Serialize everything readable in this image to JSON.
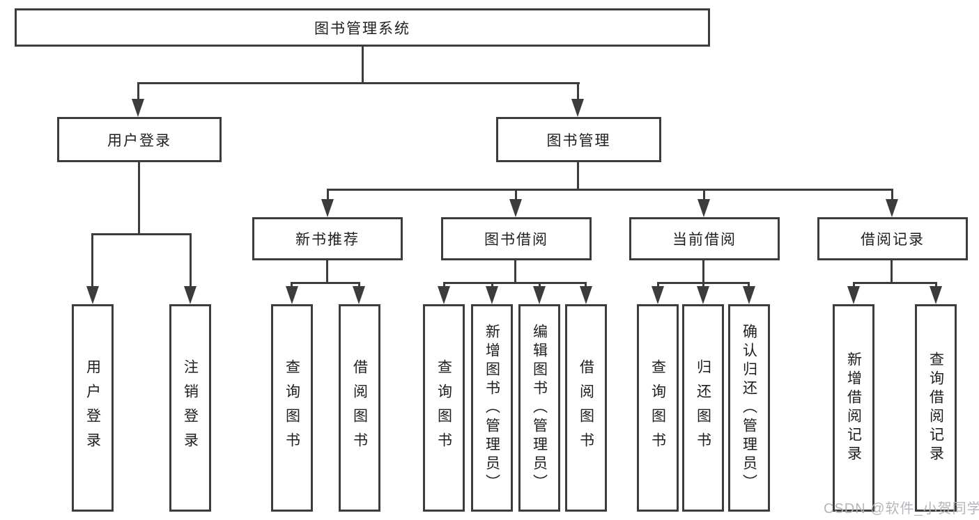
{
  "diagram": {
    "root": {
      "label": "图书管理系统"
    },
    "branches": [
      {
        "label": "用户登录",
        "children": [
          {
            "label": "用户登录"
          },
          {
            "label": "注销登录"
          }
        ]
      },
      {
        "label": "图书管理",
        "children": [
          {
            "label": "新书推荐",
            "children": [
              {
                "label": "查询图书"
              },
              {
                "label": "借阅图书"
              }
            ]
          },
          {
            "label": "图书借阅",
            "children": [
              {
                "label": "查询图书"
              },
              {
                "label": "新增图书（管理员）"
              },
              {
                "label": "编辑图书（管理员）"
              },
              {
                "label": "借阅图书"
              }
            ]
          },
          {
            "label": "当前借阅",
            "children": [
              {
                "label": "查询图书"
              },
              {
                "label": "归还图书"
              },
              {
                "label": "确认归还（管理员）"
              }
            ]
          },
          {
            "label": "借阅记录",
            "children": [
              {
                "label": "新增借阅记录"
              },
              {
                "label": "查询借阅记录"
              }
            ]
          }
        ]
      }
    ]
  },
  "watermark": {
    "text": "CSDN @软件_小贺同学"
  },
  "colors": {
    "line": "#3c3c3c",
    "text": "#1e1e1e",
    "watermark": "#b0b3b7",
    "background": "#ffffff"
  }
}
